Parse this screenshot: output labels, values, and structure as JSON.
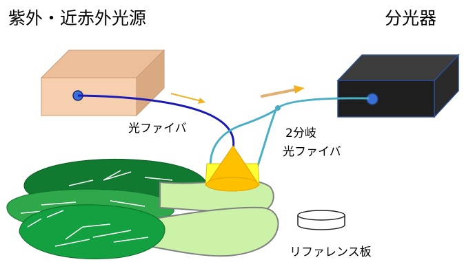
{
  "labels": {
    "light_source": "紫外・近赤外光源",
    "spectrometer": "分光器",
    "optical_fiber": "光ファイバ",
    "bifurcated_fiber_line1": "2分岐",
    "bifurcated_fiber_line2": "光ファイバ",
    "reference_plate": "リファレンス板"
  },
  "colors": {
    "source_box_front": "#f6cfae",
    "source_box_top": "#ecbf9a",
    "source_box_side": "#d9a982",
    "source_box_edge": "#c89a77",
    "spectrometer_front": "#1e1e1e",
    "spectrometer_top": "#3c3c3c",
    "spectrometer_side": "#2a2a2a",
    "spectrometer_edge": "#2f4f8f",
    "port": "#3a6fd8",
    "fiber_to_probe": "#1a1ab4",
    "fiber_to_spectrometer": "#4aaec6",
    "arrow": "#f0b020",
    "probe": "#ffc000",
    "probe_holder": "#ffff33",
    "leaf_dark": "#0f7a30",
    "leaf_light": "#2ea84a",
    "stem": "#ccf2a8",
    "stem_edge": "#808080"
  }
}
